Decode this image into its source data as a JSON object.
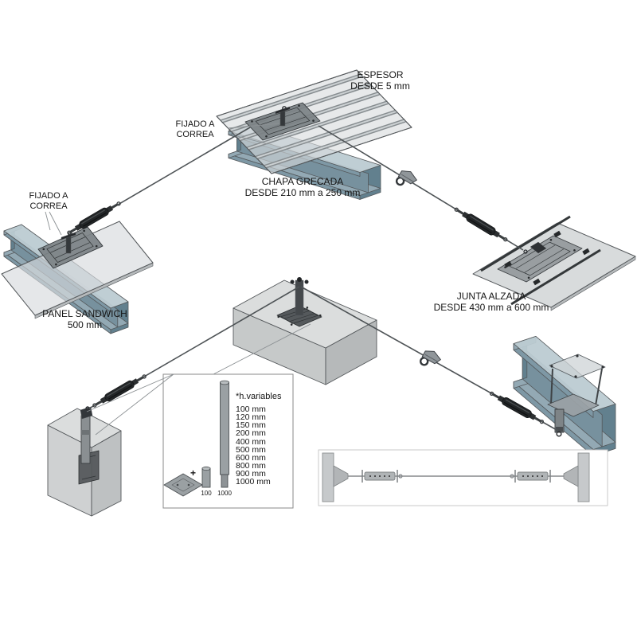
{
  "labels": {
    "espesor": {
      "line1": "ESPESOR",
      "line2": "DESDE 5 mm"
    },
    "fijado_top": {
      "line1": "FIJADO A",
      "line2": "CORREA"
    },
    "chapa": {
      "line1": "CHAPA GRECADA",
      "line2": "DESDE 210 mm a 250 mm"
    },
    "fijado_left": {
      "line1": "FIJADO A",
      "line2": "CORREA"
    },
    "panel": {
      "line1": "PANEL SANDWICH",
      "line2": "500 mm"
    },
    "junta": {
      "line1": "JUNTA ALZADA",
      "line2": "DESDE 430 mm a 600 mm"
    }
  },
  "inset": {
    "header": "*h.variables",
    "heights": [
      "100 mm",
      "120 mm",
      "150 mm",
      "200 mm",
      "400 mm",
      "500 mm",
      "600 mm",
      "800 mm",
      "900 mm",
      "1000 mm"
    ],
    "plus": "+",
    "short_post_label": "100",
    "long_post_label": "1000"
  },
  "colors": {
    "background": "#ffffff",
    "steel_top": "#bccbd2",
    "steel_side": "#7e98a5",
    "steel_cap": "#93a9b4",
    "steel_web": "#77919e",
    "steel_dark": "#62808e",
    "sheet_gray": "#d8dbdd",
    "concrete": "#c9cccd",
    "plate_gray": "#7b8184",
    "metal_dark": "#34383b",
    "cable": "#4e5356",
    "tensioner": "#222527",
    "leader": "#8b9093",
    "outline": "#54585b"
  }
}
